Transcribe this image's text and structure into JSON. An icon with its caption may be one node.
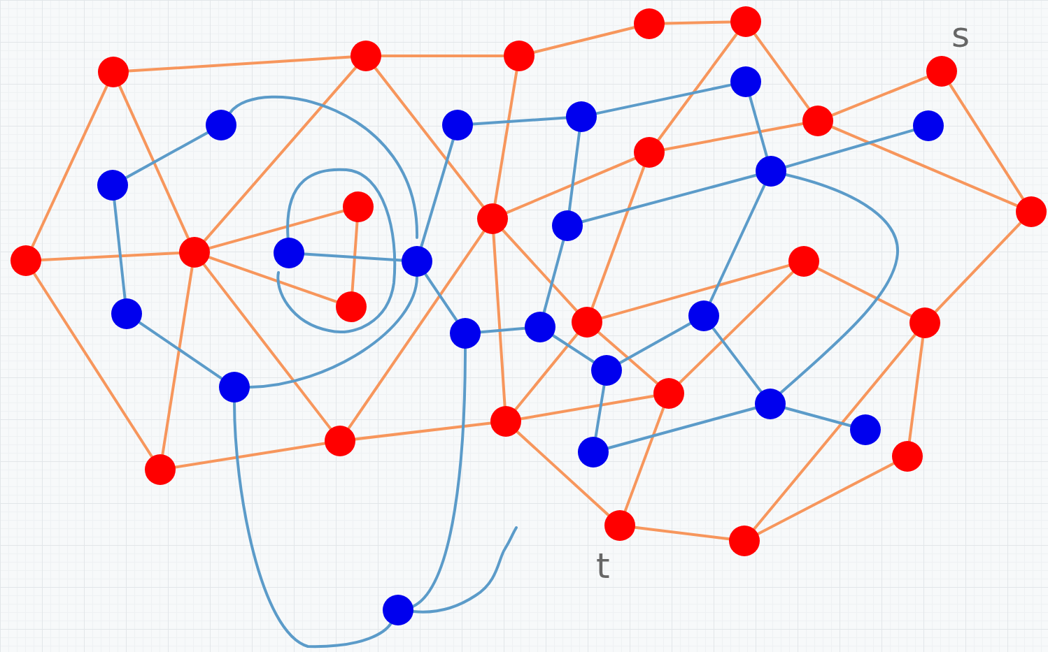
{
  "diagram": {
    "nodes": [
      {
        "text": [],
        "shape": "circle"
      },
      {
        "text": [],
        "shape": "circle"
      },
      {
        "text": [],
        "shape": "circle"
      },
      {
        "text": [],
        "shape": "circle"
      },
      {
        "text": [],
        "shape": "circle"
      },
      {
        "text": [],
        "shape": "circle"
      },
      {
        "text": [],
        "shape": "circle"
      },
      {
        "text": [],
        "shape": "circle"
      },
      {
        "text": [],
        "shape": "circle"
      },
      {
        "text": [],
        "shape": "circle"
      },
      {
        "text": [],
        "shape": "circle"
      },
      {
        "text": [],
        "shape": "circle"
      },
      {
        "text": [],
        "shape": "circle"
      },
      {
        "text": [],
        "shape": "circle"
      },
      {
        "text": [],
        "shape": "circle"
      },
      {
        "text": [],
        "shape": "circle"
      },
      {
        "text": [],
        "shape": "circle"
      },
      {
        "text": [],
        "shape": "circle"
      },
      {
        "text": [],
        "shape": "circle"
      },
      {
        "text": [],
        "shape": "circle"
      },
      {
        "text": [],
        "shape": "circle"
      },
      {
        "text": [],
        "shape": "circle"
      },
      {
        "text": [],
        "shape": "circle"
      },
      {
        "text": [],
        "shape": "circle"
      },
      {
        "text": [],
        "shape": "circle"
      },
      {
        "text": [],
        "shape": "circle"
      },
      {
        "text": [],
        "shape": "circle"
      },
      {
        "text": [],
        "shape": "circle"
      },
      {
        "text": [],
        "shape": "circle"
      },
      {
        "text": [],
        "shape": "circle"
      },
      {
        "text": [],
        "shape": "circle"
      },
      {
        "text": [],
        "shape": "circle"
      },
      {
        "text": [],
        "shape": "circle"
      },
      {
        "text": [],
        "shape": "circle"
      },
      {
        "text": [],
        "shape": "circle"
      },
      {
        "text": [],
        "shape": "circle"
      },
      {
        "text": [],
        "shape": "circle"
      },
      {
        "text": [],
        "shape": "circle"
      },
      {
        "text": [],
        "shape": "circle"
      },
      {
        "text": [],
        "shape": "circle"
      },
      {
        "text": [],
        "shape": "circle"
      },
      {
        "text": [],
        "shape": "circle"
      },
      {
        "text": [],
        "shape": "circle"
      },
      {
        "text": [],
        "shape": "circle"
      }
    ],
    "edges": [
      {
        "from": 0,
        "to": 1,
        "arrow": "none"
      },
      {
        "from": 1,
        "to": 2,
        "arrow": "none"
      },
      {
        "from": 2,
        "to": 3,
        "arrow": "none"
      },
      {
        "from": 3,
        "to": 4,
        "arrow": "none"
      },
      {
        "from": 4,
        "to": 6,
        "arrow": "none"
      },
      {
        "from": 4,
        "to": 7,
        "arrow": "none"
      },
      {
        "from": 6,
        "to": 5,
        "arrow": "none"
      },
      {
        "from": 7,
        "to": 6,
        "arrow": "none"
      },
      {
        "from": 13,
        "to": 7,
        "arrow": "none"
      },
      {
        "from": 6,
        "to": 8,
        "arrow": "none"
      },
      {
        "from": 5,
        "to": 8,
        "arrow": "none"
      },
      {
        "from": 8,
        "to": 16,
        "arrow": "none"
      },
      {
        "from": 16,
        "to": 14,
        "arrow": "none"
      },
      {
        "from": 14,
        "to": 15,
        "arrow": "none"
      },
      {
        "from": 14,
        "to": 17,
        "arrow": "none"
      },
      {
        "from": 16,
        "to": 21,
        "arrow": "none"
      },
      {
        "from": 21,
        "to": 23,
        "arrow": "none"
      },
      {
        "from": 23,
        "to": 22,
        "arrow": "none"
      },
      {
        "from": 23,
        "to": 16,
        "arrow": "none"
      },
      {
        "from": 22,
        "to": 18,
        "arrow": "none"
      },
      {
        "from": 22,
        "to": 17,
        "arrow": "none"
      },
      {
        "from": 13,
        "to": 15,
        "arrow": "none"
      },
      {
        "from": 15,
        "to": 17,
        "arrow": "none"
      },
      {
        "from": 15,
        "to": 18,
        "arrow": "none"
      },
      {
        "from": 15,
        "to": 7,
        "arrow": "none"
      },
      {
        "from": 18,
        "to": 17,
        "arrow": "none"
      },
      {
        "from": 18,
        "to": 19,
        "arrow": "none"
      },
      {
        "from": 2,
        "to": 13,
        "arrow": "none"
      },
      {
        "from": 13,
        "to": 18,
        "arrow": "none"
      },
      {
        "from": 1,
        "to": 13,
        "arrow": "none"
      },
      {
        "from": 1,
        "to": 10,
        "arrow": "none"
      },
      {
        "from": 19,
        "to": 13,
        "arrow": "none"
      },
      {
        "from": 19,
        "to": 10,
        "arrow": "none"
      },
      {
        "from": 19,
        "to": 20,
        "arrow": "none"
      },
      {
        "from": 20,
        "to": 10,
        "arrow": "none"
      },
      {
        "from": 20,
        "to": 9,
        "arrow": "none"
      },
      {
        "from": 9,
        "to": 10,
        "arrow": "none"
      },
      {
        "from": 9,
        "to": 0,
        "arrow": "none"
      },
      {
        "from": 0,
        "to": 10,
        "arrow": "none"
      },
      {
        "from": 10,
        "to": 11,
        "arrow": "none"
      },
      {
        "from": 10,
        "to": 12,
        "arrow": "none"
      },
      {
        "from": 11,
        "to": 12,
        "arrow": "none"
      },
      {
        "from": 24,
        "to": 29,
        "arrow": "none",
        "color": "#5b9bc9"
      },
      {
        "from": 24,
        "to": 33,
        "arrow": "none",
        "color": "#5b9bc9"
      },
      {
        "from": 33,
        "to": 39,
        "arrow": "none",
        "color": "#5b9bc9"
      },
      {
        "from": 32,
        "to": 32,
        "arrow": "none",
        "color": "#5b9bc9"
      },
      {
        "from": 29,
        "to": 34,
        "arrow": "none",
        "color": "#5b9bc9"
      },
      {
        "from": 34,
        "to": 39,
        "arrow": "none",
        "color": "#5b9bc9"
      },
      {
        "from": 32,
        "to": 33,
        "arrow": "none",
        "color": "#5b9bc9"
      },
      {
        "from": 33,
        "to": 25,
        "arrow": "none",
        "color": "#5b9bc9"
      },
      {
        "from": 33,
        "to": 35,
        "arrow": "none",
        "color": "#5b9bc9"
      },
      {
        "from": 25,
        "to": 26,
        "arrow": "none",
        "color": "#5b9bc9"
      },
      {
        "from": 26,
        "to": 27,
        "arrow": "none",
        "color": "#5b9bc9"
      },
      {
        "from": 26,
        "to": 31,
        "arrow": "none",
        "color": "#5b9bc9"
      },
      {
        "from": 31,
        "to": 30,
        "arrow": "none",
        "color": "#5b9bc9"
      },
      {
        "from": 27,
        "to": 30,
        "arrow": "none",
        "color": "#5b9bc9"
      },
      {
        "from": 30,
        "to": 28,
        "arrow": "none",
        "color": "#5b9bc9"
      },
      {
        "from": 30,
        "to": 37,
        "arrow": "none",
        "color": "#5b9bc9"
      },
      {
        "from": 30,
        "to": 40,
        "arrow": "none",
        "color": "#5b9bc9"
      },
      {
        "from": 31,
        "to": 36,
        "arrow": "none",
        "color": "#5b9bc9"
      },
      {
        "from": 35,
        "to": 36,
        "arrow": "none",
        "color": "#5b9bc9"
      },
      {
        "from": 36,
        "to": 38,
        "arrow": "none",
        "color": "#5b9bc9"
      },
      {
        "from": 38,
        "to": 37,
        "arrow": "none",
        "color": "#5b9bc9"
      },
      {
        "from": 38,
        "to": 42,
        "arrow": "none",
        "color": "#5b9bc9"
      },
      {
        "from": 37,
        "to": 40,
        "arrow": "none",
        "color": "#5b9bc9"
      },
      {
        "from": 40,
        "to": 41,
        "arrow": "none",
        "color": "#5b9bc9"
      },
      {
        "from": 40,
        "to": 42,
        "arrow": "none",
        "color": "#5b9bc9"
      },
      {
        "from": 39,
        "to": 43,
        "arrow": "none",
        "color": "#5b9bc9"
      },
      {
        "from": 35,
        "to": 43,
        "arrow": "none",
        "color": "#5b9bc9"
      },
      {
        "from": 43,
        "to": null,
        "arrow": "none",
        "color": "#5b9bc9"
      }
    ],
    "labels": [
      "s",
      "t"
    ]
  }
}
